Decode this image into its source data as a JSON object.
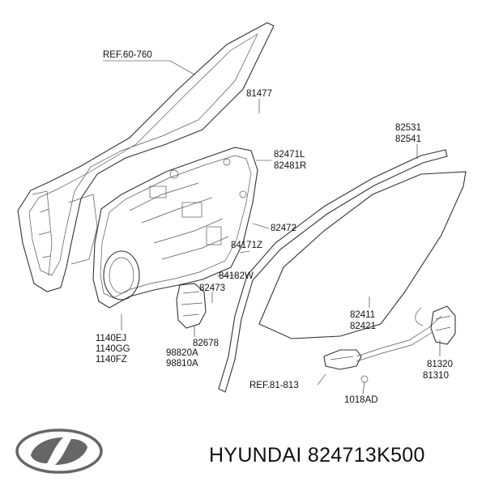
{
  "labels": {
    "ref_60_760": "REF.60-760",
    "p81477": "81477",
    "p82531": "82531",
    "p82541": "82541",
    "p82471L": "82471L",
    "p82481R": "82481R",
    "p82472": "82472",
    "p84171Z": "84171Z",
    "p84182W": "84182W",
    "p82473": "82473",
    "p1140EJ": "1140EJ",
    "p1140GG": "1140GG",
    "p1140FZ": "1140FZ",
    "p82678": "82678",
    "p98820A": "98820A",
    "p98810A": "98810A",
    "p82411": "82411",
    "p82421": "82421",
    "p81320": "81320",
    "p81310": "81310",
    "ref_81_813": "REF.81-813",
    "p1018AD": "1018AD"
  },
  "footer": {
    "brand": "HYUNDAI",
    "part_number": "824713K500",
    "logo_icon": "hyundai-logo-icon"
  }
}
